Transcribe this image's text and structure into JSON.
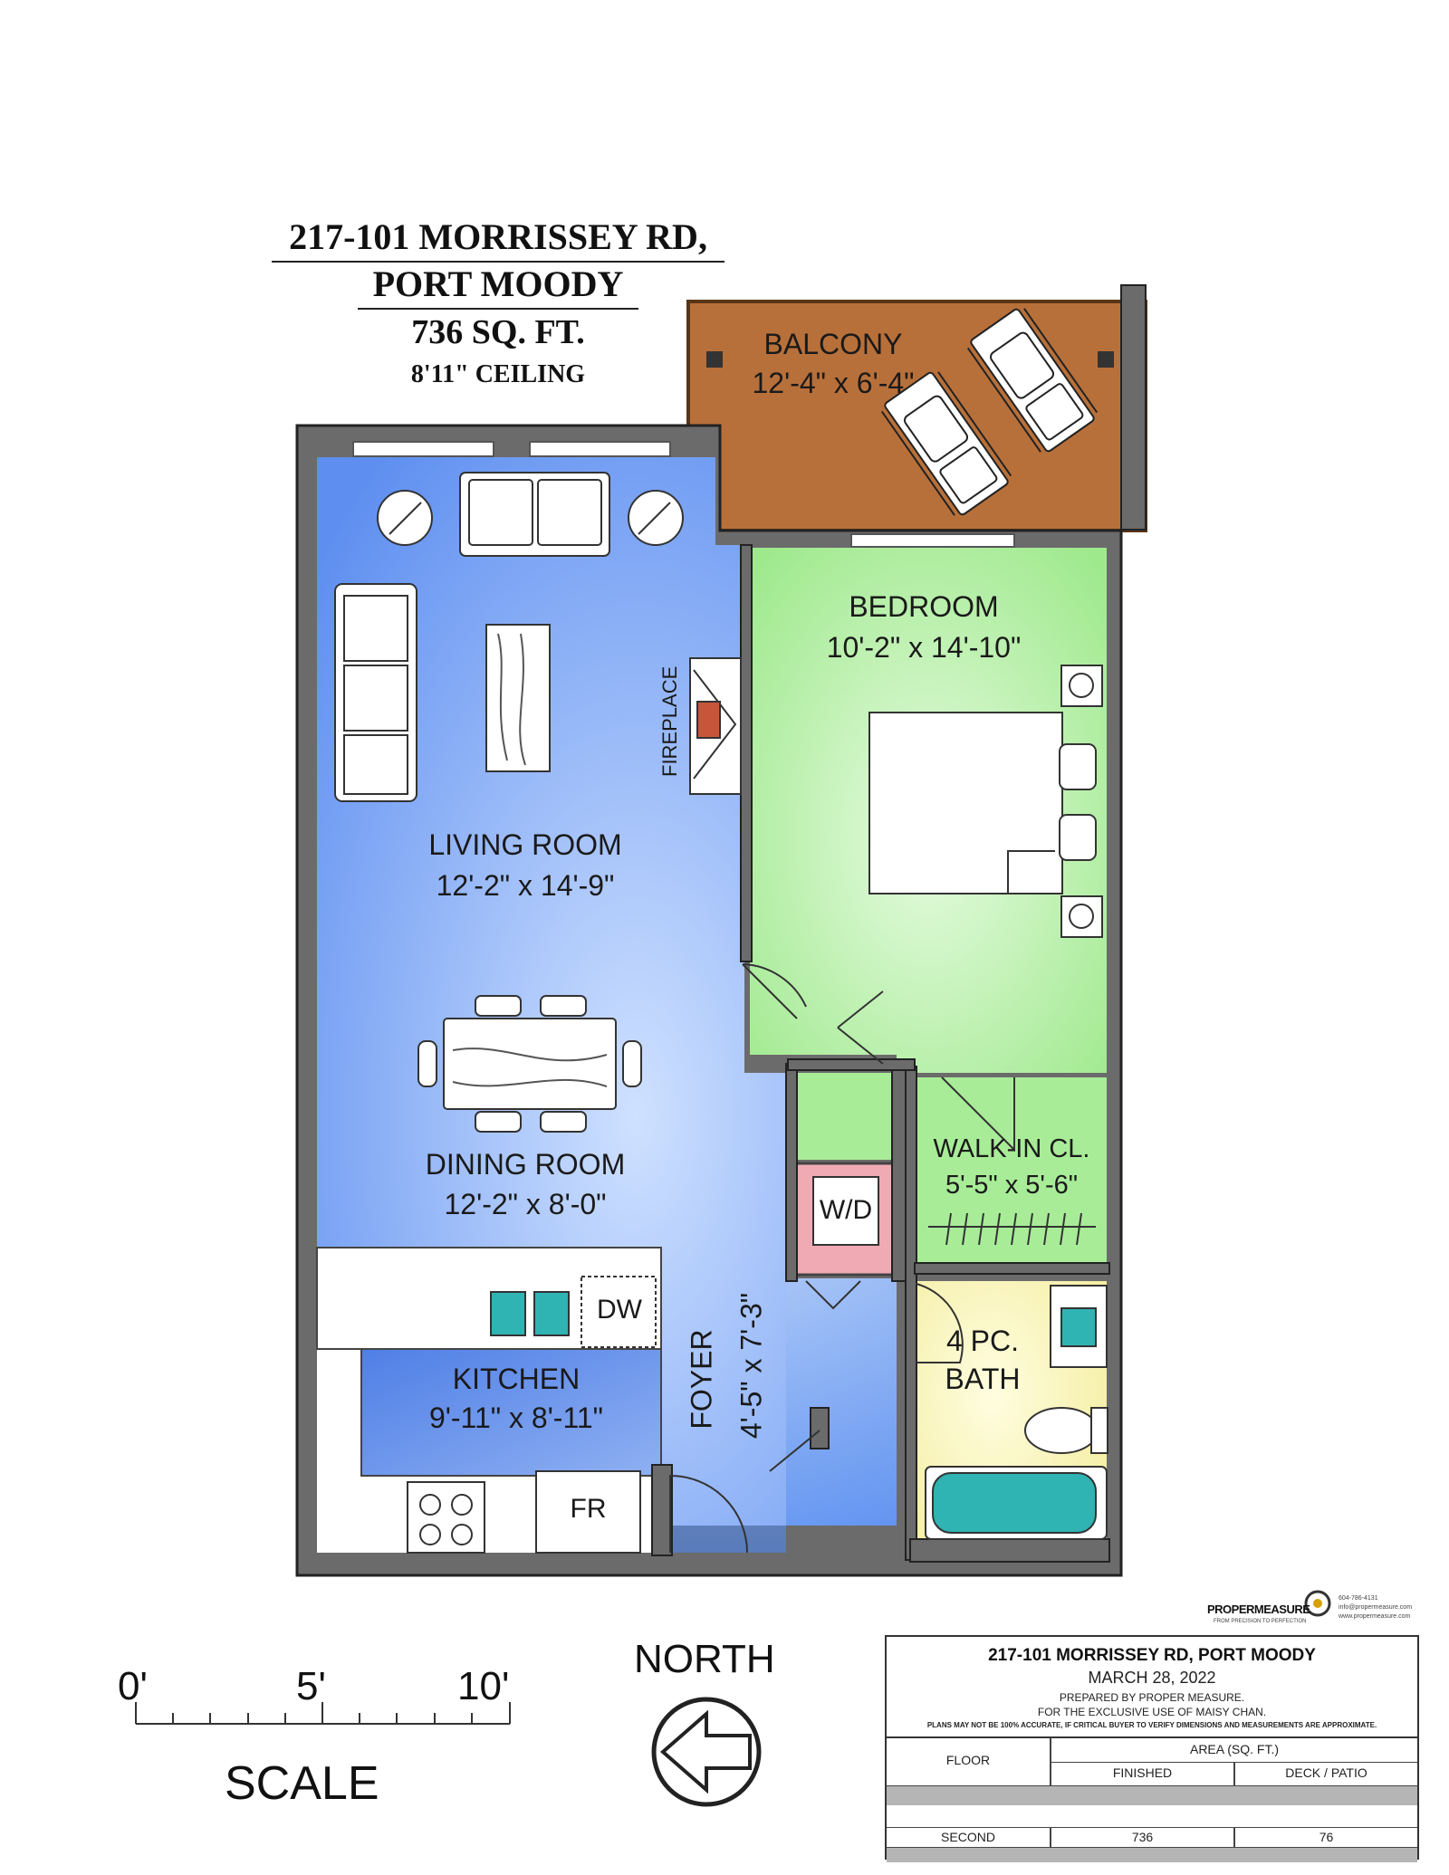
{
  "header": {
    "address_line1": "217-101 MORRISSEY RD,",
    "address_line2": "PORT MOODY",
    "area": "736 SQ. FT.",
    "ceiling": "8'11\" CEILING"
  },
  "rooms": {
    "balcony": {
      "name": "BALCONY",
      "dims": "12'-4\" x 6'-4\""
    },
    "bedroom": {
      "name": "BEDROOM",
      "dims": "10'-2\" x 14'-10\""
    },
    "living": {
      "name": "LIVING ROOM",
      "dims": "12'-2\" x 14'-9\""
    },
    "dining": {
      "name": "DINING ROOM",
      "dims": "12'-2\" x 8'-0\""
    },
    "walkin": {
      "name": "WALK-IN CL.",
      "dims": "5'-5\" x 5'-6\""
    },
    "kitchen": {
      "name": "KITCHEN",
      "dims": "9'-11\" x 8'-11\""
    },
    "bath": {
      "name_line1": "4 PC.",
      "name_line2": "BATH"
    },
    "foyer": {
      "name": "FOYER",
      "dims": "4'-5\" x 7'-3\""
    }
  },
  "fixtures": {
    "fireplace": "FIREPLACE",
    "washer_dryer": "W/D",
    "dishwasher": "DW",
    "fridge": "FR"
  },
  "scale": {
    "tick0": "0'",
    "tick5": "5'",
    "tick10": "10'",
    "label": "SCALE"
  },
  "compass": {
    "label": "NORTH"
  },
  "logo": {
    "brand": "PROPERMEASURE",
    "tagline": "FROM PRECISION TO PERFECTION",
    "contact1": "604-786-4131",
    "contact2": "info@propermeasure.com",
    "contact3": "www.propermeasure.com"
  },
  "title_block": {
    "address": "217-101 MORRISSEY RD, PORT MOODY",
    "date": "MARCH 28, 2022",
    "prepared_by": "PREPARED BY PROPER MEASURE.",
    "for_use": "FOR THE EXCLUSIVE USE OF MAISY CHAN.",
    "disclaimer": "PLANS MAY NOT BE 100% ACCURATE, IF CRITICAL BUYER TO VERIFY DIMENSIONS AND MEASUREMENTS ARE APPROXIMATE.",
    "col_floor": "FLOOR",
    "col_area": "AREA (SQ. FT.)",
    "col_finished": "FINISHED",
    "col_deck": "DECK / PATIO",
    "row_floor": "SECOND",
    "row_finished": "736",
    "row_deck": "76"
  },
  "colors": {
    "wall": "#6b6b6b",
    "balcony": "#b8703a",
    "bedroom": "#a8ec98",
    "living": "#7fa8f0",
    "washer": "#f0aab4",
    "bath": "#f8f3b0",
    "water": "#2fb3b3"
  }
}
